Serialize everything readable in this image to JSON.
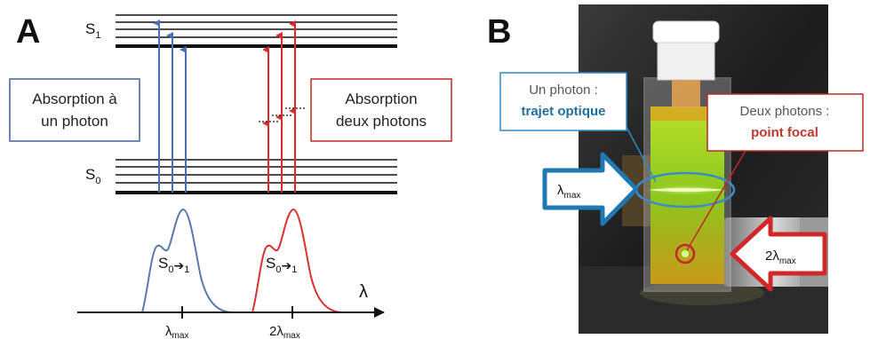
{
  "panel_a": {
    "letter": "A",
    "s1": "S",
    "s1_sub": "1",
    "s0": "S",
    "s0_sub": "0",
    "box_one_photon": [
      "Absorption à",
      "un photon"
    ],
    "box_two_photon": [
      "Absorption",
      "deux photons"
    ],
    "curve_label_left": {
      "main": "S",
      "sub": "0",
      "arrow": "➔",
      "sub2": "1"
    },
    "curve_label_right": {
      "main": "S",
      "sub": "0",
      "arrow": "➔",
      "sub2": "1"
    },
    "axis_label": "λ",
    "tick_1": {
      "main": "λ",
      "sub": "max"
    },
    "tick_2": {
      "main": "2λ",
      "sub": "max"
    },
    "colors": {
      "one_photon": "#4a6fb5",
      "two_photon": "#e0282a",
      "curve_one": "#5a78b0",
      "curve_two": "#d9312d"
    }
  },
  "panel_b": {
    "letter": "B",
    "callout_one": {
      "line1": "Un photon :",
      "line2": "trajet optique"
    },
    "callout_two": {
      "line1": "Deux photons :",
      "line2": "point focal"
    },
    "arrow_one": {
      "main": "λ",
      "sub": "max"
    },
    "arrow_two": {
      "main": "2λ",
      "sub": "max"
    },
    "colors": {
      "blue": "#1e78b4",
      "red": "#d0282a"
    }
  }
}
